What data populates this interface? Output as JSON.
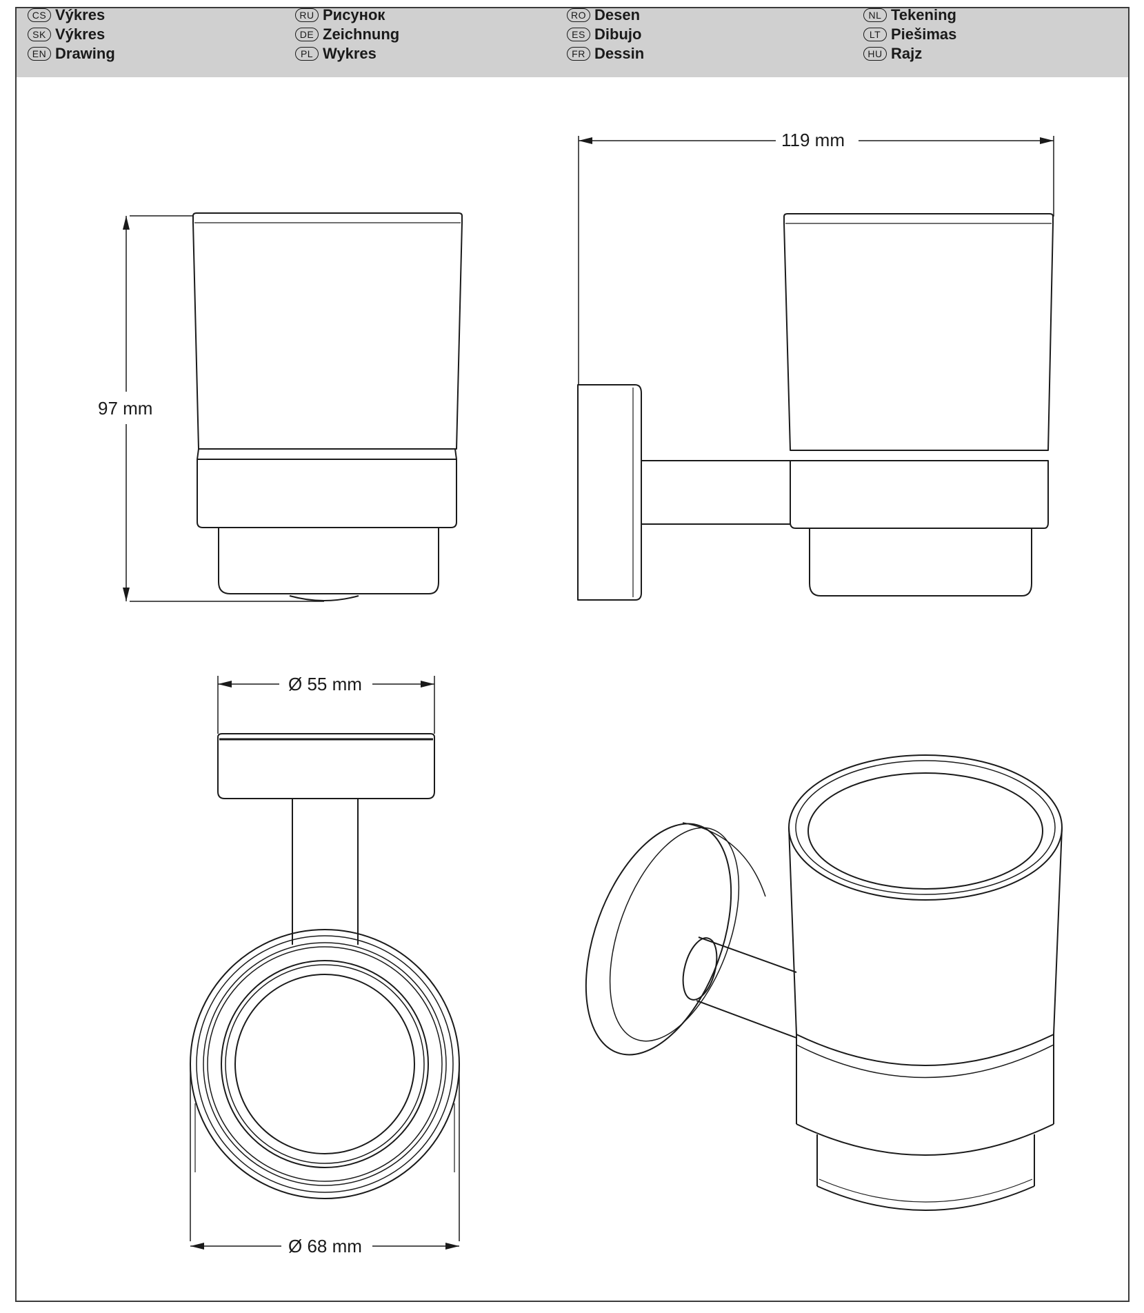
{
  "header": {
    "columns": [
      [
        {
          "code": "CS",
          "label": "Výkres"
        },
        {
          "code": "SK",
          "label": "Výkres"
        },
        {
          "code": "EN",
          "label": "Drawing"
        }
      ],
      [
        {
          "code": "RU",
          "label": "Рисунок"
        },
        {
          "code": "DE",
          "label": "Zeichnung"
        },
        {
          "code": "PL",
          "label": "Wykres"
        }
      ],
      [
        {
          "code": "RO",
          "label": "Desen"
        },
        {
          "code": "ES",
          "label": "Dibujo"
        },
        {
          "code": "FR",
          "label": "Dessin"
        }
      ],
      [
        {
          "code": "NL",
          "label": "Tekening"
        },
        {
          "code": "LT",
          "label": "Piešimas"
        },
        {
          "code": "HU",
          "label": "Rajz"
        }
      ]
    ]
  },
  "dimensions": {
    "height": "97 mm",
    "depth": "119 mm",
    "base_diameter": "Ø 55 mm",
    "cup_diameter": "Ø 68 mm"
  },
  "colors": {
    "header_bg": "#d0d0d0",
    "line": "#1a1a1a"
  }
}
